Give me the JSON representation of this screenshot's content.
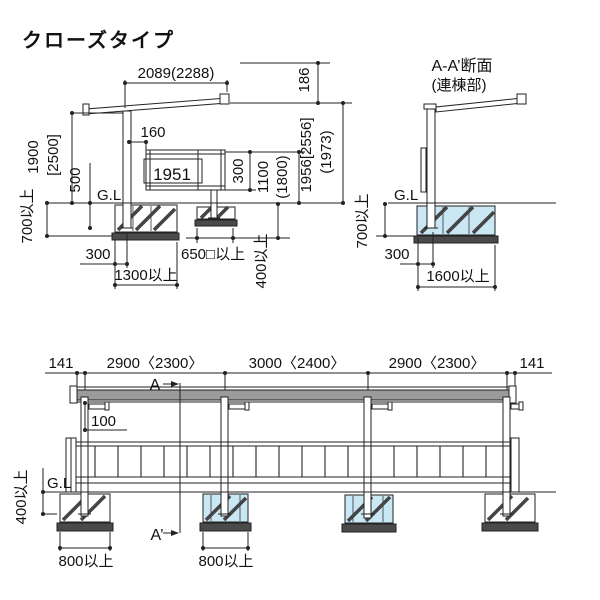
{
  "title": "クローズタイプ",
  "colors": {
    "line": "#222222",
    "foundation_blue": "#cae7f4",
    "roof_gray": "#9b9b9b",
    "hatch_dark": "#4a4a4a"
  },
  "front_view": {
    "dim_width": "2089(2288)",
    "dim_post_offset": "160",
    "dim_panel_width": "1951",
    "dim_height": "1900",
    "dim_height_alt": "[2500]",
    "dim_embed": "500",
    "gl_label": "G.L",
    "dim_found_depth": "700以上",
    "dim_found_offset": "300",
    "dim_found_width": "1300以上",
    "dim_rise": "186",
    "dim_eave_height": "1956[2556]",
    "dim_eave_height_alt": "(1973)",
    "dim_screen_height": "300",
    "dim_screen_top": "1100",
    "dim_screen_top_alt": "(1800)",
    "dim_found2_depth": "400以上",
    "dim_found2_size": "650□以上"
  },
  "section_view": {
    "title": "A-A’断面",
    "subtitle": "(連棟部)",
    "gl_label": "G.L",
    "dim_found_depth": "700以上",
    "dim_found_offset": "300",
    "dim_found_width": "1600以上"
  },
  "side_view": {
    "dim_overhang_left": "141",
    "dim_span1": "2900〈2300〉",
    "dim_span2": "3000〈2400〉",
    "dim_span3": "2900〈2300〉",
    "dim_overhang_right": "141",
    "dim_beam": "100",
    "gl_label": "G.L",
    "dim_found_depth": "400以上",
    "dim_found1_width": "800以上",
    "dim_found2_width": "800以上",
    "mark_a": "A",
    "mark_a_prime": "A’"
  }
}
